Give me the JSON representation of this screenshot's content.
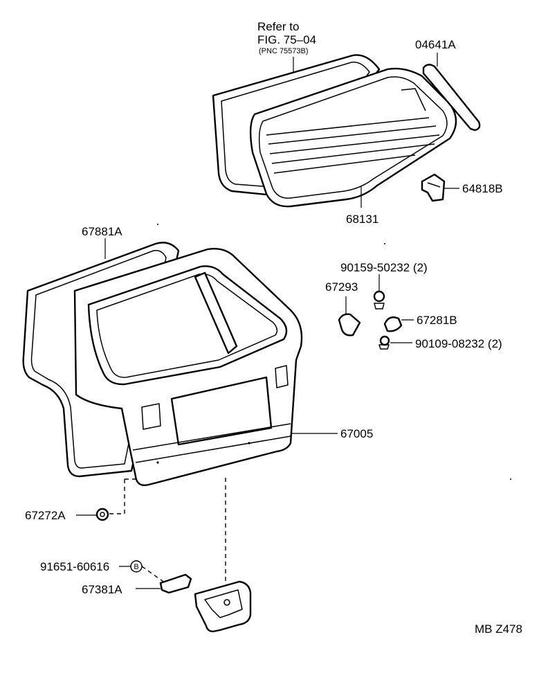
{
  "diagram": {
    "ref": {
      "line1": "Refer to",
      "line2": "FIG. 75–04",
      "line3": "(PNC 75573B)"
    },
    "callouts": {
      "p04641a": "04641A",
      "p64818b": "64818B",
      "p68131": "68131",
      "p67881a": "67881A",
      "p90159": "90159-50232 (2)",
      "p67293": "67293",
      "p67281b": "67281B",
      "p90109": "90109-08232 (2)",
      "p67005": "67005",
      "p67272a": "67272A",
      "p91651": "91651-60616",
      "p67381a": "67381A"
    },
    "b_marker": "B",
    "figure_code": "MB Z478"
  }
}
